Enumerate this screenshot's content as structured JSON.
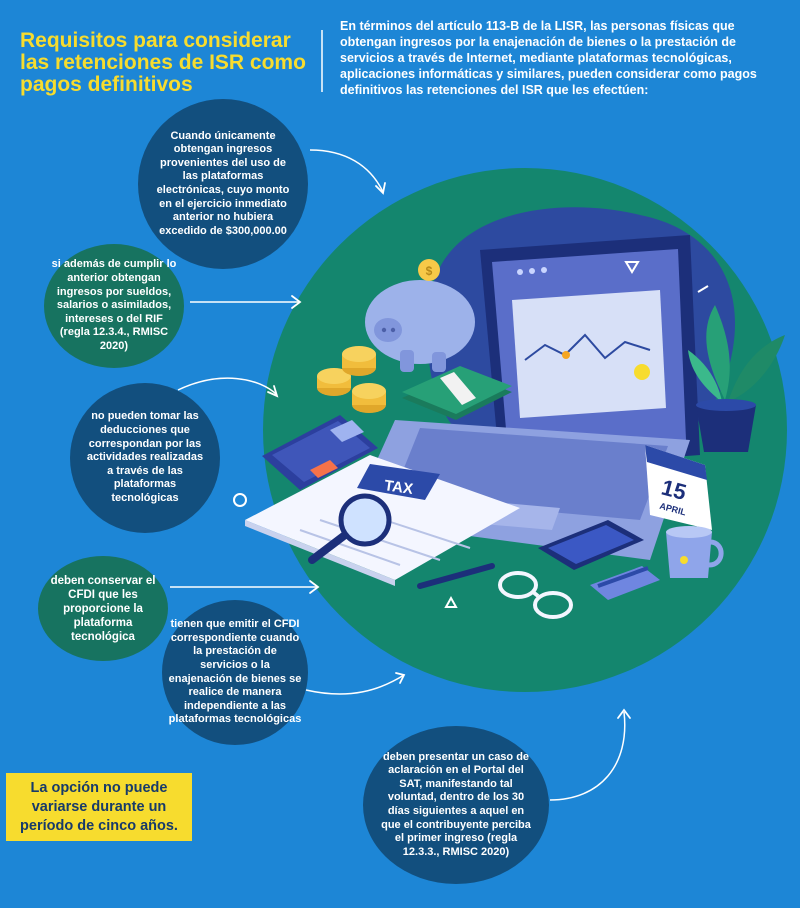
{
  "header": {
    "title": "Requisitos para considerar las retenciones de ISR como pagos definitivos",
    "intro": "En términos del artículo 113-B de la LISR, las personas físicas que obtengan ingresos por la enajenación de bienes o la prestación de servicios a través de Internet, mediante plataformas tecnológicas, aplicaciones informáticas y similares, pueden considerar como pagos definitivos las retenciones del ISR que les efectúen:"
  },
  "requirements": [
    "Cuando únicamente obtengan ingresos provenientes del uso de las plataformas electrónicas, cuyo monto en el ejercicio inmediato anterior no hubiera excedido de $300,000.00",
    "si además de cumplir lo anterior obtengan ingresos por sueldos, salarios o asimilados, intereses o del RIF (regla 12.3.4., RMISC 2020)",
    "no pueden tomar las deducciones que correspondan por las actividades realizadas a través de las plataformas tecnológicas",
    "deben conservar el CFDI que les proporcione la plataforma tecnológica",
    "tienen que emitir el CFDI correspondiente cuando la prestación de servicios o la enajenación de bienes se realice de manera independiente a las plataformas tecnológicas",
    "deben presentar un caso de aclaración en el Portal del SAT, manifestando tal voluntad, dentro de los 30 días siguientes a aquel en que el contribuyente perciba el primer ingreso (regla 12.3.3., RMISC 2020)"
  ],
  "note": "La opción no puede variarse durante un período de cinco años.",
  "illustration": {
    "tax_label": "TAX",
    "calendar_day": "15",
    "calendar_month": "APRIL",
    "icons": [
      "piggy-bank-icon",
      "laptop-icon",
      "calculator-icon",
      "calendar-icon",
      "magnifier-icon",
      "plant-icon",
      "cup-icon",
      "coins-icon",
      "banknotes-icon",
      "glasses-icon",
      "phone-icon",
      "credit-card-icon",
      "pen-icon"
    ]
  },
  "colors": {
    "background": "#1d86d6",
    "accent_yellow": "#f7dc2e",
    "bubble_dark": "#124f7e",
    "bubble_teal": "#177360",
    "circle_green": "#14866e"
  }
}
